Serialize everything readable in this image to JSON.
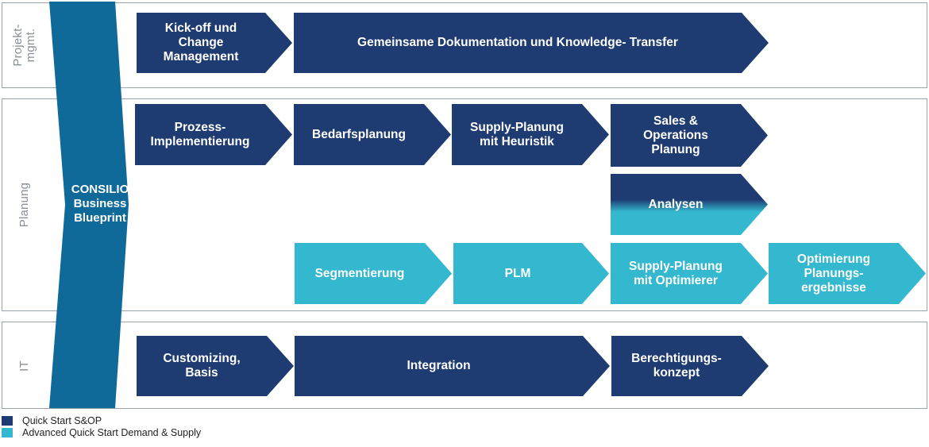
{
  "lanes": {
    "pm": "Projekt-\nmgmt.",
    "planning": "Planung",
    "it": "IT"
  },
  "spine_label": "CONSILIO\nBusiness\nBlueprint",
  "steps": {
    "kickoff": "Kick-off  und\nChange\nManagement",
    "doku": "Gemeinsame Dokumentation und Knowledge- Transfer",
    "prozess": "Prozess-\nImplementierung",
    "bedarf": "Bedarfsplanung",
    "supply_heur": "Supply-Planung\nmit Heuristik",
    "sop": "Sales &\nOperations\nPlanung",
    "analysen": "Analysen",
    "segment": "Segmentierung",
    "plm": "PLM",
    "supply_opt": "Supply-Planung\nmit Optimierer",
    "optim": "Optimierung\nPlanungs-\nergebnisse",
    "custom": "Customizing,\nBasis",
    "integration": "Integration",
    "berecht": "Berechtigungs-\nkonzept"
  },
  "legend": {
    "quick": "Quick Start S&OP",
    "advanced": "Advanced Quick Start Demand & Supply"
  },
  "colors": {
    "quick_start": "#1e3b72",
    "advanced": "#33b8cf",
    "spine": "#0f6a9a"
  }
}
